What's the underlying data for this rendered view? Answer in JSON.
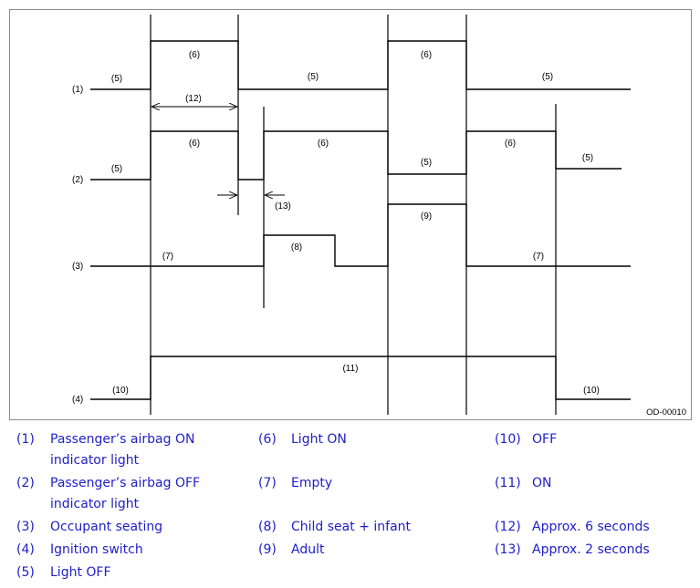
{
  "diagram": {
    "code": "OD-00010",
    "row_labels": [
      "(1)",
      "(2)",
      "(3)",
      "(4)"
    ],
    "segment_labels": {
      "light_off": "(5)",
      "light_on": "(6)",
      "empty": "(7)",
      "child_seat": "(8)",
      "adult": "(9)",
      "off": "(10)",
      "on": "(11)",
      "approx_6s": "(12)",
      "approx_2s": "(13)"
    }
  },
  "legend": [
    {
      "num": "(1)",
      "text": "Passenger’s airbag ON indicator light"
    },
    {
      "num": "(2)",
      "text": "Passenger’s airbag OFF indicator light"
    },
    {
      "num": "(3)",
      "text": "Occupant seating"
    },
    {
      "num": "(4)",
      "text": "Ignition switch"
    },
    {
      "num": "(5)",
      "text": "Light OFF"
    },
    {
      "num": "(6)",
      "text": "Light ON"
    },
    {
      "num": "(7)",
      "text": "Empty"
    },
    {
      "num": "(8)",
      "text": "Child seat + infant"
    },
    {
      "num": "(9)",
      "text": "Adult"
    },
    {
      "num": "(10)",
      "text": "OFF"
    },
    {
      "num": "(11)",
      "text": "ON"
    },
    {
      "num": "(12)",
      "text": "Approx. 6 seconds"
    },
    {
      "num": "(13)",
      "text": "Approx. 2 seconds"
    }
  ]
}
